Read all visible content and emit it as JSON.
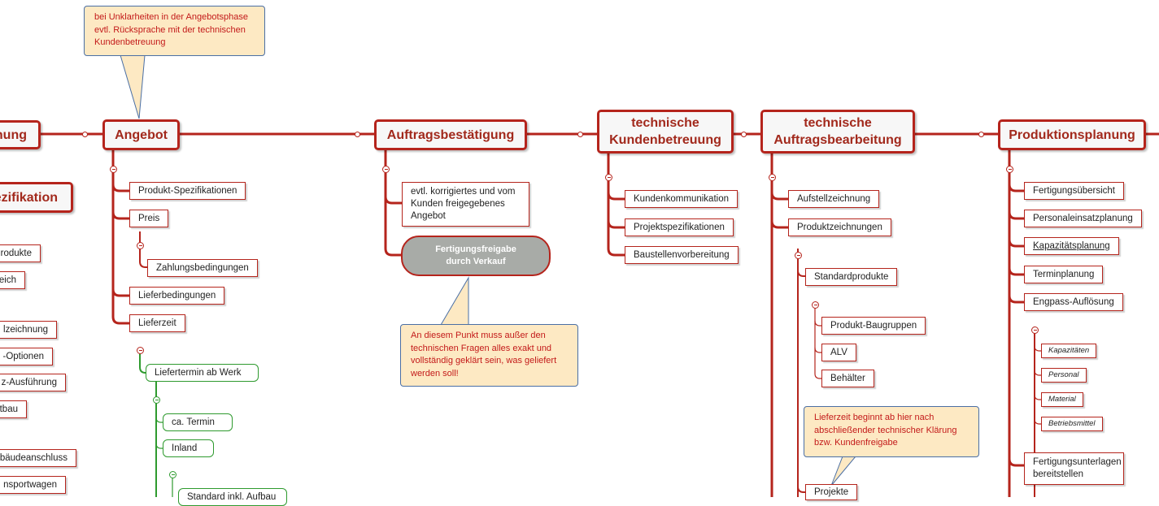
{
  "nodes": {
    "planung_partial": "nung",
    "angebot": "Angebot",
    "auftragsbestaetigung": "Auftragsbestätigung",
    "technische_kundenbetreuung": "technische Kundenbetreuung",
    "technische_auftragsbearbeitung": "technische Auftragsbearbeitung",
    "produktionsplanung": "Produktionsplanung",
    "spezifikation_partial": "ezifikation"
  },
  "left_partial": [
    "rodukte",
    "eich",
    "lzeichnung",
    "-Optionen",
    "z-Ausführung",
    "tbau",
    "bäudeanschluss",
    "nsportwagen"
  ],
  "angebot_items": {
    "produkt_spezifikationen": "Produkt-Spezifikationen",
    "preis": "Preis",
    "zahlungsbedingungen": "Zahlungsbedingungen",
    "lieferbedingungen": "Lieferbedingungen",
    "lieferzeit": "Lieferzeit",
    "liefertermin_ab_werk": "Liefertermin ab Werk",
    "ca_termin": "ca. Termin",
    "inland": "Inland",
    "standard_partial": "Standard inkl. Aufbau"
  },
  "auftrag_items": {
    "angebot_text": "evtl. korrigiertes und vom Kunden freigegebenes Angebot",
    "fertigungsfreigabe": "Fertigungsfreigabe durch Verkauf"
  },
  "kunden_items": [
    "Kundenkommunikation",
    "Projektspezifikationen",
    "Baustellenvorbereitung"
  ],
  "auftrags_items": {
    "aufstellzeichnung": "Aufstellzeichnung",
    "produktzeichnungen": "Produktzeichnungen",
    "standardprodukte": "Standardprodukte",
    "produkt_baugruppen": "Produkt-Baugruppen",
    "alv": "ALV",
    "behaelter": "Behälter",
    "projekte": "Projekte"
  },
  "produktion_items": {
    "fertigungsuebersicht": "Fertigungsübersicht",
    "personaleinsatzplanung": "Personaleinsatzplanung",
    "kapazitaetsplanung": "Kapazitätsplanung",
    "terminplanung": "Terminplanung",
    "engpass_aufloesung": "Engpass-Auflösung",
    "kapazitaeten": "Kapazitäten",
    "personal": "Personal",
    "material": "Material",
    "betriebsmittel": "Betriebsmittel",
    "fertigungsunterlagen": "Fertigungsunterlagen bereitstellen"
  },
  "callouts": {
    "unklarheiten": "bei Unklarheiten in der Angebotsphase evtl. Rücksprache mit der technischen Kundenbetreuung",
    "an_diesem_punkt": "An diesem Punkt muss außer den technischen Fragen alles exakt und vollständig geklärt sein, was geliefert werden soll!",
    "lieferzeit_beginnt": "Lieferzeit beginnt ab hier nach abschließender technischer Klärung bzw. Kundenfreigabe"
  },
  "colors": {
    "branch_red": "#b5241c",
    "title_text": "#a2291c",
    "green_branch": "#2e9a2e",
    "callout_fill": "#fde9c3",
    "callout_text": "#c31a1a",
    "callout_border": "#4a6fa5",
    "pill_fill": "#a8aba7"
  }
}
